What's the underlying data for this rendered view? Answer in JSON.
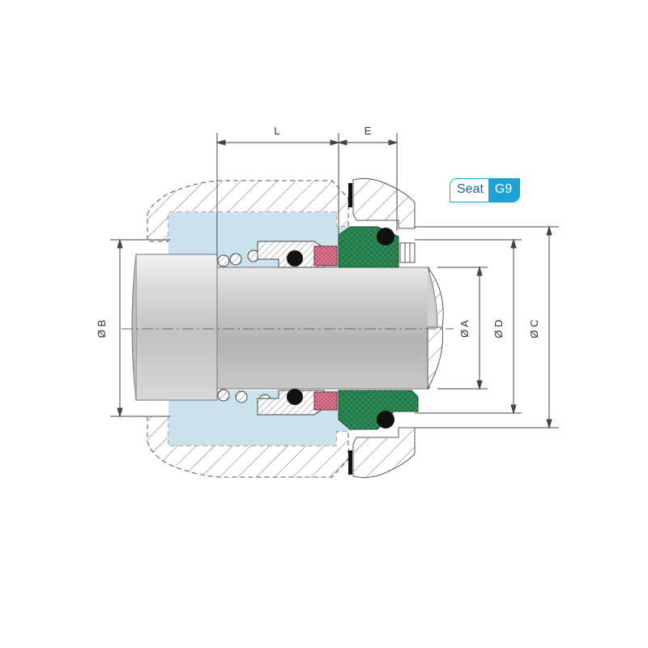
{
  "dimensions": {
    "L": "L",
    "E": "E",
    "A": "Ø A",
    "B": "Ø B",
    "C": "Ø C",
    "D": "Ø D"
  },
  "seat_badge": {
    "label": "Seat",
    "code": "G9"
  },
  "colors": {
    "chamber": "#c9e2ec",
    "seat": "#2e8a55",
    "face": "#e07a90",
    "oring": "#111111",
    "badge": "#1da2d8",
    "shaft": "#c9c9c9"
  }
}
